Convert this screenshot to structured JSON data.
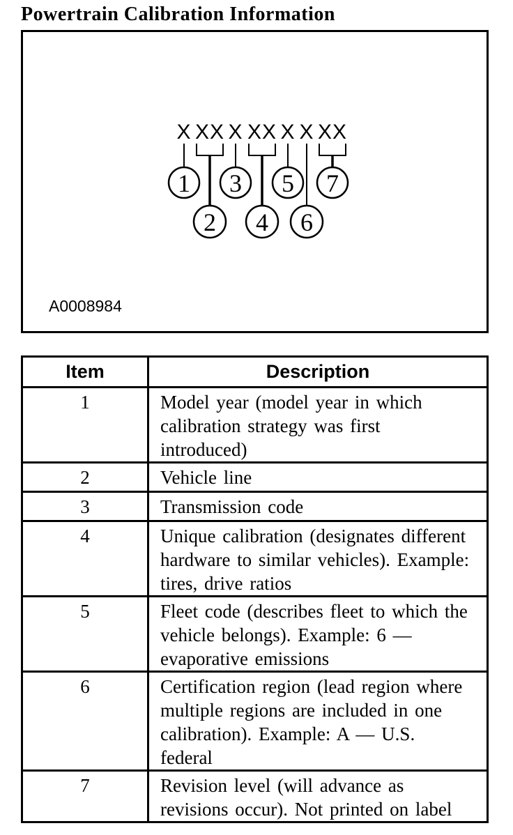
{
  "page": {
    "title": "Powertrain Calibration Information"
  },
  "colors": {
    "ink": "#000000",
    "background": "#ffffff"
  },
  "figure": {
    "code_groups": [
      "X",
      "XX",
      "X",
      "XX",
      "X",
      "X",
      "XX"
    ],
    "callouts": [
      "1",
      "2",
      "3",
      "4",
      "5",
      "6",
      "7"
    ],
    "figure_id": "A0008984"
  },
  "table": {
    "headers": [
      "Item",
      "Description"
    ],
    "rows": [
      {
        "item": "1",
        "description": "Model year (model year in which\ncalibration strategy was first\nintroduced)"
      },
      {
        "item": "2",
        "description": "Vehicle line"
      },
      {
        "item": "3",
        "description": "Transmission code"
      },
      {
        "item": "4",
        "description": "Unique calibration (designates different\nhardware to similar vehicles). Example:\ntires, drive ratios"
      },
      {
        "item": "5",
        "description": "Fleet code (describes fleet to which the\nvehicle belongs). Example: 6 —\nevaporative emissions"
      },
      {
        "item": "6",
        "description": "Certification region (lead region where\nmultiple regions are included in one\ncalibration). Example: A — U.S.\nfederal"
      },
      {
        "item": "7",
        "description": "Revision level (will advance as\nrevisions occur). Not printed on label"
      }
    ]
  }
}
